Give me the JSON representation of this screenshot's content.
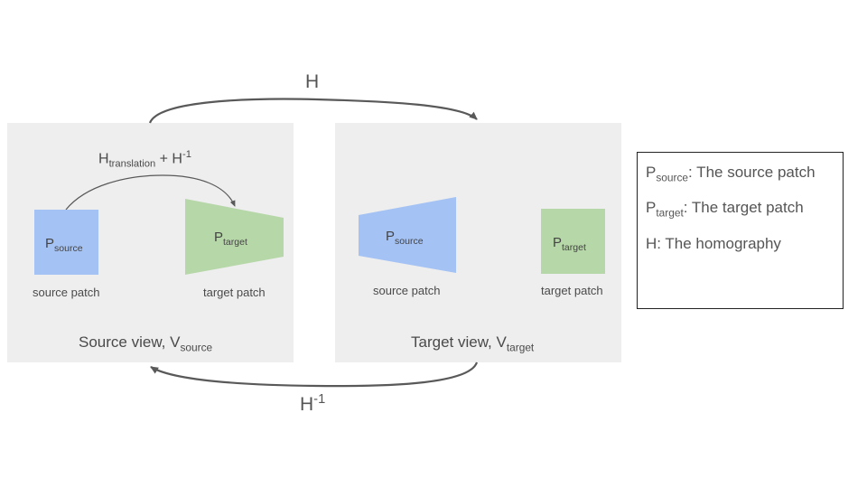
{
  "arrows": {
    "top": {
      "base": "H"
    },
    "bottom": {
      "base": "H",
      "sup": "-1"
    }
  },
  "source_view": {
    "title_base": "Source view, V",
    "title_sub": "source",
    "formula": {
      "base": "H",
      "sub": "translation",
      "mid": " + H",
      "sup": "-1"
    },
    "source_patch": {
      "base": "P",
      "sub": "source",
      "caption": "source patch",
      "color": "#a4c2f4"
    },
    "target_patch": {
      "base": "P",
      "sub": "target",
      "caption": "target patch",
      "color": "#b6d7a8"
    }
  },
  "target_view": {
    "title_base": "Target view, V",
    "title_sub": "target",
    "source_patch": {
      "base": "P",
      "sub": "source",
      "caption": "source patch",
      "color": "#a4c2f4"
    },
    "target_patch": {
      "base": "P",
      "sub": "target",
      "caption": "target patch",
      "color": "#b6d7a8"
    }
  },
  "legend": [
    {
      "base": "P",
      "sub": "source",
      "text": ": The source patch"
    },
    {
      "base": "P",
      "sub": "target",
      "text": ": The target patch"
    },
    {
      "base": "H: The homography",
      "sub": "",
      "text": ""
    }
  ],
  "colors": {
    "panel": "#eeeeee",
    "arrow": "#595959",
    "blue": "#a4c2f4",
    "green": "#b6d7a8"
  }
}
